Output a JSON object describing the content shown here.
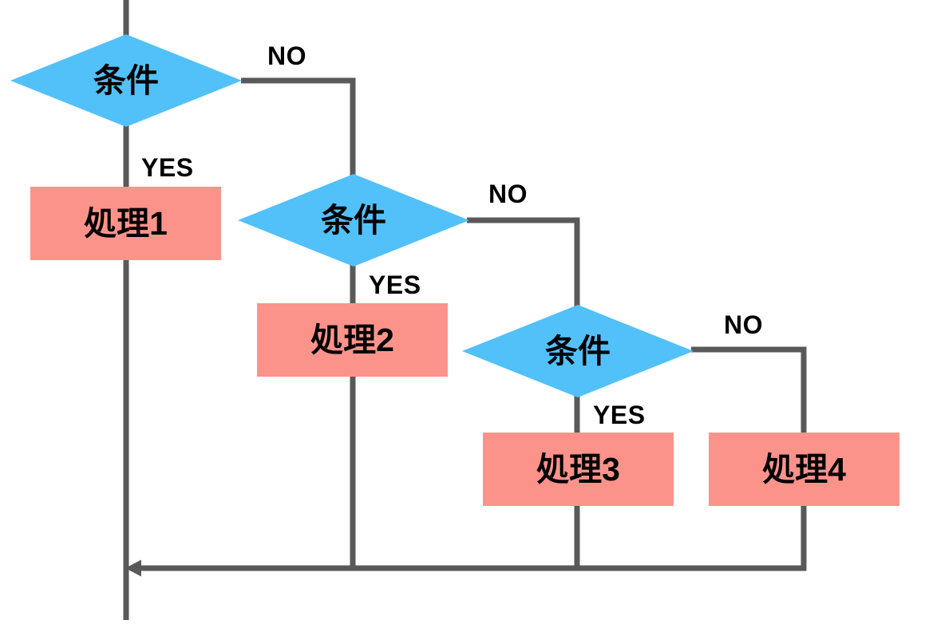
{
  "flowchart": {
    "decisions": [
      {
        "id": "decision-1",
        "label": "条件"
      },
      {
        "id": "decision-2",
        "label": "条件"
      },
      {
        "id": "decision-3",
        "label": "条件"
      }
    ],
    "processes": [
      {
        "id": "process-1",
        "label": "処理1"
      },
      {
        "id": "process-2",
        "label": "処理2"
      },
      {
        "id": "process-3",
        "label": "処理3"
      },
      {
        "id": "process-4",
        "label": "処理4"
      }
    ],
    "edge_labels": [
      {
        "id": "decision-1-no",
        "text": "NO"
      },
      {
        "id": "decision-1-yes",
        "text": "YES"
      },
      {
        "id": "decision-2-no",
        "text": "NO"
      },
      {
        "id": "decision-2-yes",
        "text": "YES"
      },
      {
        "id": "decision-3-no",
        "text": "NO"
      },
      {
        "id": "decision-3-yes",
        "text": "YES"
      }
    ],
    "edges": [
      {
        "from": "decision-1",
        "branch": "YES",
        "to": "process-1"
      },
      {
        "from": "decision-1",
        "branch": "NO",
        "to": "decision-2"
      },
      {
        "from": "decision-2",
        "branch": "YES",
        "to": "process-2"
      },
      {
        "from": "decision-2",
        "branch": "NO",
        "to": "decision-3"
      },
      {
        "from": "decision-3",
        "branch": "YES",
        "to": "process-3"
      },
      {
        "from": "decision-3",
        "branch": "NO",
        "to": "process-4"
      },
      {
        "from": "all-branches",
        "branch": "merge",
        "to": "main-flow-line"
      }
    ],
    "colors": {
      "decision_fill": "#52C1F9",
      "process_fill": "#FC938B",
      "connector": "#595959",
      "label_text": "#000000",
      "background": "#FFFFFF"
    }
  }
}
